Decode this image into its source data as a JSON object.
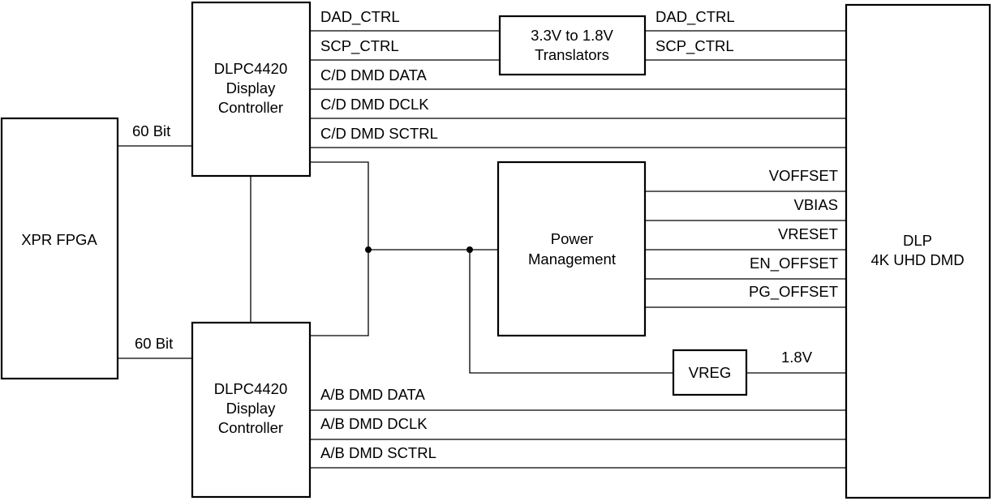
{
  "blocks": {
    "fpga": {
      "label": "XPR FPGA"
    },
    "controller_top": {
      "lines": [
        "DLPC4420",
        "Display",
        "Controller"
      ]
    },
    "controller_bottom": {
      "lines": [
        "DLPC4420",
        "Display",
        "Controller"
      ]
    },
    "translators": {
      "lines": [
        "3.3V to 1.8V",
        "Translators"
      ]
    },
    "power": {
      "lines": [
        "Power",
        "Management"
      ]
    },
    "vreg": {
      "label": "VREG"
    },
    "dmd": {
      "lines": [
        "DLP",
        "4K UHD DMD"
      ]
    }
  },
  "bus_labels": {
    "top": "60 Bit",
    "bottom": "60 Bit"
  },
  "signals": {
    "ctrl_left": [
      "DAD_CTRL",
      "SCP_CTRL"
    ],
    "ctrl_right": [
      "DAD_CTRL",
      "SCP_CTRL"
    ],
    "cd_dmd": [
      "C/D DMD DATA",
      "C/D DMD DCLK",
      "C/D DMD SCTRL"
    ],
    "power_out": [
      "VOFFSET",
      "VBIAS",
      "VRESET",
      "EN_OFFSET",
      "PG_OFFSET"
    ],
    "vreg_out": "1.8V",
    "ab_dmd": [
      "A/B DMD DATA",
      "A/B DMD DCLK",
      "A/B DMD SCTRL"
    ]
  },
  "colors": {
    "stroke": "#000000",
    "background": "#ffffff"
  }
}
